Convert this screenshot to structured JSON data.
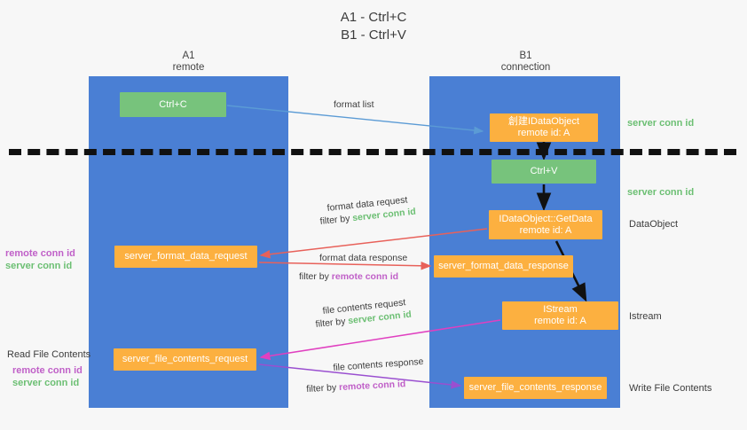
{
  "title": {
    "line1": "A1 - Ctrl+C",
    "line2": "B1 - Ctrl+V"
  },
  "lanes": [
    {
      "id": "a1",
      "name": "A1",
      "role": "remote"
    },
    {
      "id": "b1",
      "name": "B1",
      "role": "connection"
    }
  ],
  "boxes": {
    "ctrl_c": "Ctrl+C",
    "ctrl_v": "Ctrl+V",
    "idataobject_create_line1": "創建IDataObject",
    "idataobject_create_line2": "remote id: A",
    "getdata_line1": "IDataObject::GetData",
    "getdata_line2": "remote id: A",
    "istream_line1": "IStream",
    "istream_line2": "remote id: A",
    "server_format_data_request": "server_format_data_request",
    "server_format_data_response": "server_format_data_response",
    "server_file_contents_request": "server_file_contents_request",
    "server_file_contents_response": "server_file_contents_response"
  },
  "right_labels": {
    "server_conn_id_1": "server conn id",
    "server_conn_id_2": "server conn id",
    "dataobject": "DataObject",
    "istream": "Istream",
    "write_file_contents": "Write File Contents"
  },
  "left_labels": {
    "remote_conn_id_1": "remote conn id",
    "server_conn_id_1": "server conn id",
    "read_file_contents": "Read File Contents",
    "remote_conn_id_2": "remote conn id",
    "server_conn_id_2": "server conn id"
  },
  "flow_labels": {
    "format_list": "format list",
    "format_data_request": "format data request",
    "format_data_request_filter_prefix": "filter by ",
    "format_data_request_filter_value": "server conn id",
    "format_data_response": "format data response",
    "format_data_response_filter_prefix": "filter by ",
    "format_data_response_filter_value": "remote conn id",
    "file_contents_request": "file contents request",
    "file_contents_request_filter_prefix": "filter by ",
    "file_contents_request_filter_value": "server conn id",
    "file_contents_response": "file contents response",
    "file_contents_response_filter_prefix": "filter by ",
    "file_contents_response_filter_value": "remote conn id"
  },
  "colors": {
    "lane": "#4a7fd4",
    "green_box": "#77c37c",
    "orange_box": "#fcb040",
    "green_text": "#6cbf73",
    "purple_text": "#c060c8",
    "arrow_blue": "#5b9bd5",
    "arrow_red": "#e8615a",
    "arrow_magenta": "#e040c0",
    "arrow_purple": "#9a4fd0",
    "arrow_black": "#111111",
    "background": "#f7f7f7"
  }
}
